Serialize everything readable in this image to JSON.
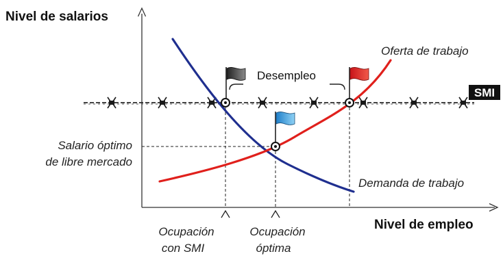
{
  "axes": {
    "y_label": "Nivel de salarios",
    "x_label": "Nivel de empleo"
  },
  "curves": {
    "supply_label": "Oferta de trabajo",
    "demand_label": "Demanda de trabajo",
    "supply_color": "#e0201c",
    "demand_color": "#1f2f8f"
  },
  "smi": {
    "badge": "SMI",
    "gap_label": "Desempleo"
  },
  "equilibrium": {
    "wage_label_line1": "Salario óptimo",
    "wage_label_line2": "de libre mercado"
  },
  "x_markers": {
    "smi_employment_line1": "Ocupación",
    "smi_employment_line2": "con SMI",
    "optimal_employment_line1": "Ocupación",
    "optimal_employment_line2": "óptima"
  },
  "flags": {
    "left_color": "#444444",
    "middle_color": "#3a9ad9",
    "right_color": "#e32222"
  },
  "icons": [
    "barbed-wire-knot-icon",
    "flag-icon",
    "intersection-point-icon",
    "arrow-icon"
  ]
}
